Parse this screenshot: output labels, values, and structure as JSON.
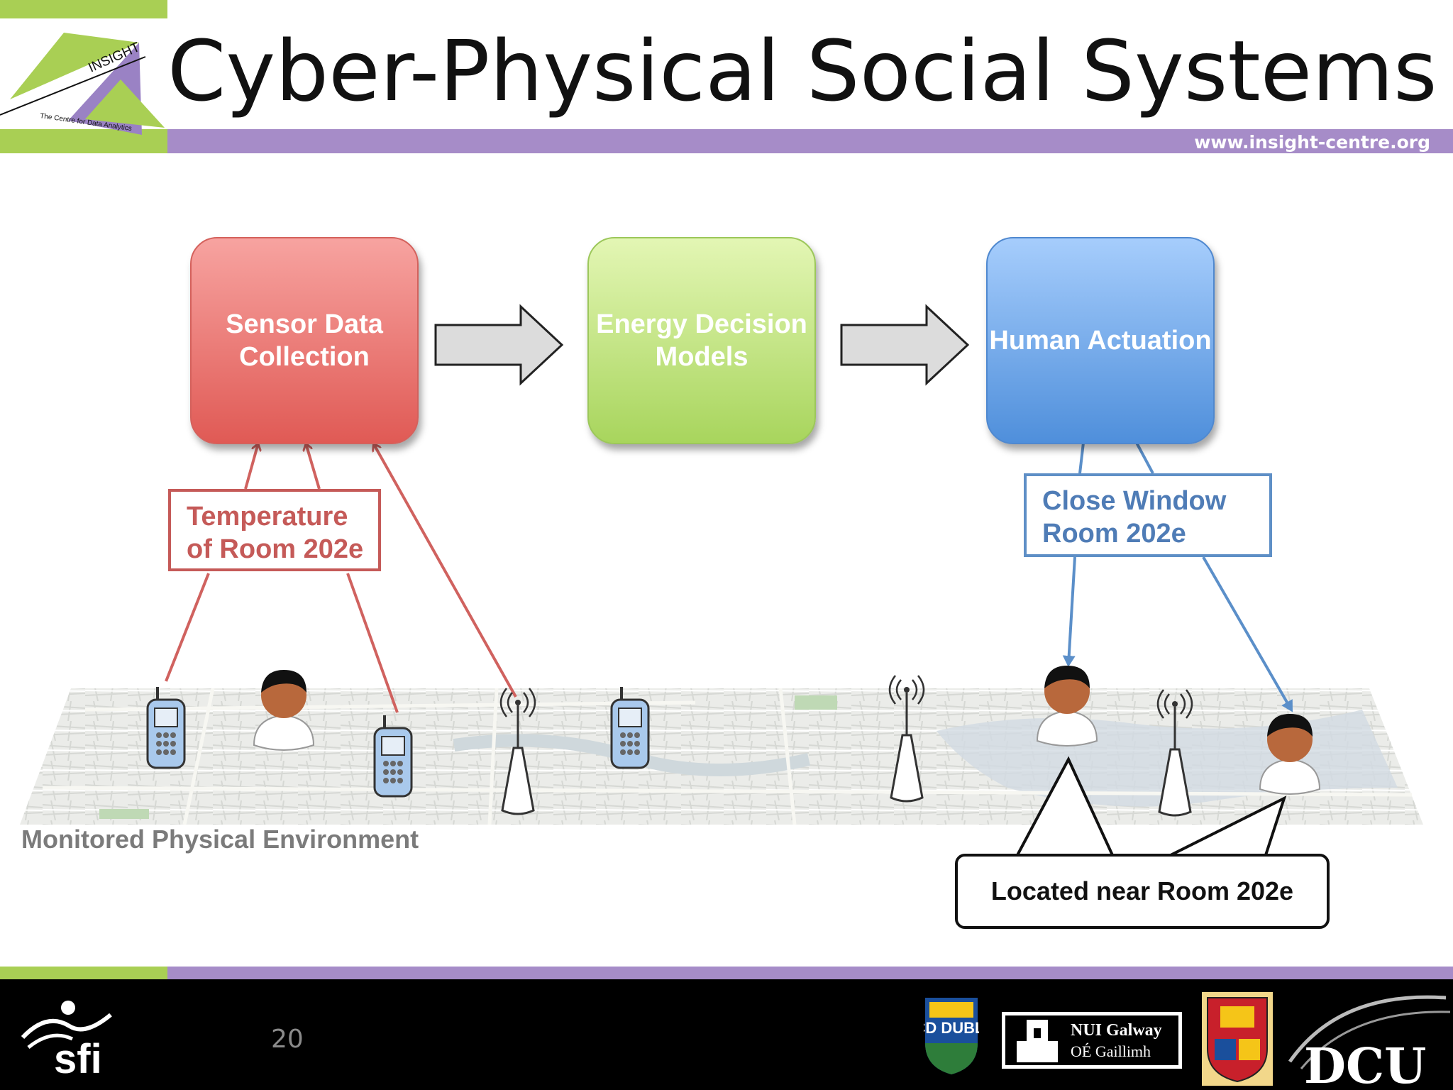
{
  "header": {
    "title": "Cyber-Physical Social Systems",
    "website": "www.insight-centre.org",
    "logo": {
      "name": "INSIGHT",
      "tagline": "The Centre for Data Analytics"
    }
  },
  "flow": {
    "boxes": [
      {
        "label": "Sensor Data Collection",
        "color": "#e8716c"
      },
      {
        "label": "Energy Decision Models",
        "color": "#b5dc70"
      },
      {
        "label": "Human Actuation",
        "color": "#6aa3e8"
      }
    ]
  },
  "labels": {
    "temperature": "Temperature of Room 202e",
    "close_window": "Close Window Room 202e",
    "environment": "Monitored Physical Environment",
    "location": "Located near Room 202e"
  },
  "colors": {
    "red_arrow": "#d0625f",
    "blue_arrow": "#5b8fc9",
    "green_bar": "#a9cf54",
    "purple_bar": "#a68cc8"
  },
  "footer": {
    "page_number": "20",
    "logos": {
      "sfi": "sfi",
      "ucd": "UCD DUBLIN",
      "nui_line1": "NUI Galway",
      "nui_line2": "OÉ Gaillimh",
      "dcu": "DCU"
    }
  }
}
